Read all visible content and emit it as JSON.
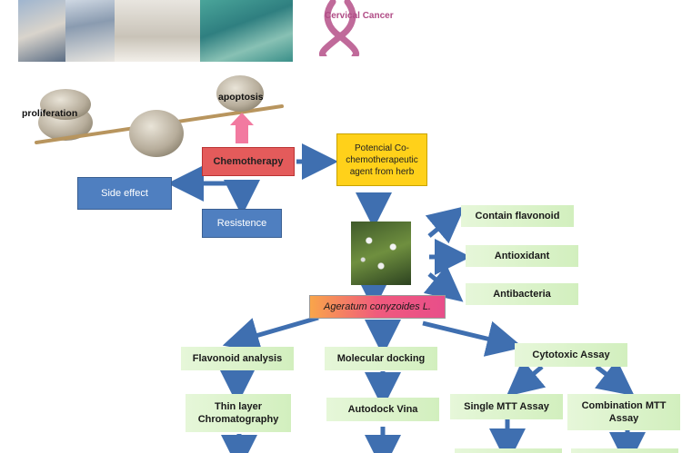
{
  "top_labels": {
    "cervical_cancer": "Cervical Cancer"
  },
  "balance": {
    "proliferation": "proliferation",
    "apoptosis": "apoptosis"
  },
  "nodes": {
    "chemotherapy": "Chemotherapy",
    "side_effect": "Side effect",
    "resistence": "Resistence",
    "cochemo": "Potencial Co-chemotherapeutic agent from herb",
    "contain_flavonoid": "Contain flavonoid",
    "antioxidant": "Antioxidant",
    "antibacteria": "Antibacteria",
    "ageratum": "Ageratum conyzoides L.",
    "flavonoid_analysis": "Flavonoid analysis",
    "molecular_docking": "Molecular docking",
    "cytotoxic_assay": "Cytotoxic Assay",
    "thin_layer": "Thin layer Chromatography",
    "autodock": "Autodock Vina",
    "single_mtt": "Single MTT Assay",
    "combination_mtt": "Combination MTT Assay"
  },
  "colors": {
    "arrow_blue": "#3f6fb0",
    "ribbon_pink": "#c06a9a",
    "up_arrow_pink": "#f27aa0"
  }
}
